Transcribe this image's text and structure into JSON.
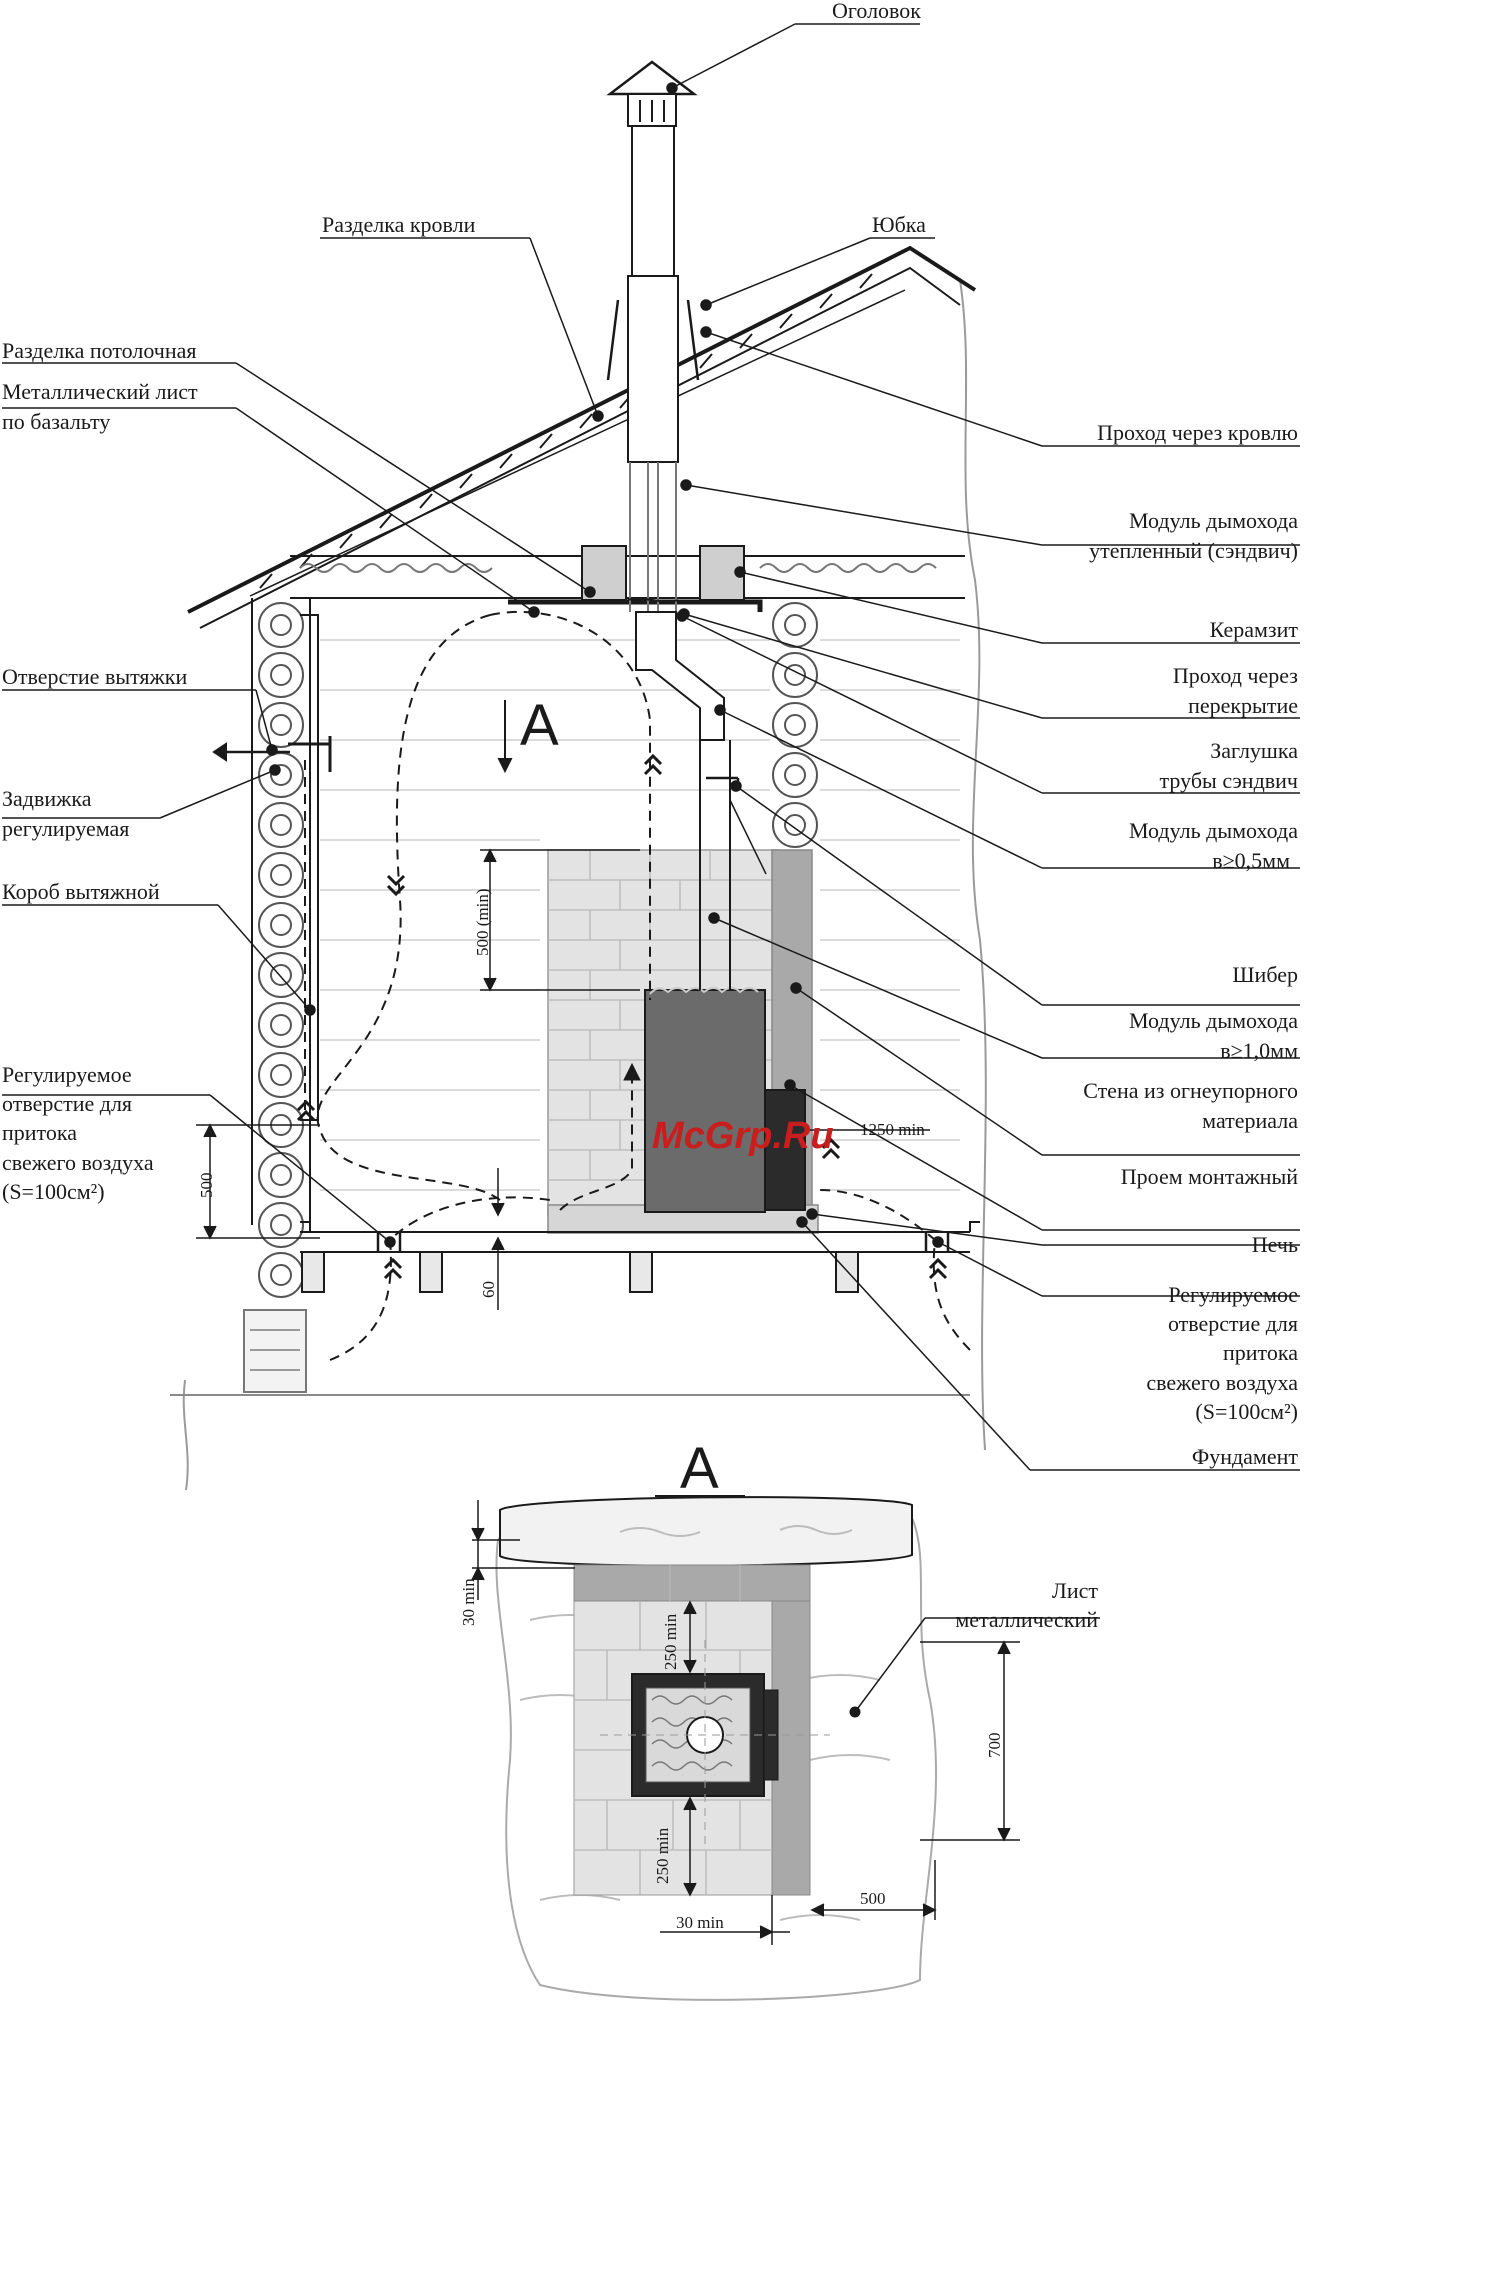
{
  "labels": {
    "ogolovok": "Оголовок",
    "razdelka_krovli": "Разделка кровли",
    "yubka": "Юбка",
    "razdelka_potolochnaya": "Разделка потолочная",
    "metall_list_1": "Металлический лист",
    "metall_list_2": "по базальту",
    "prohod_krovlyu": "Проход через кровлю",
    "modul_uteplenny_1": "Модуль дымохода",
    "modul_uteplenny_2": "утепленный (сэндвич)",
    "keramzit": "Керамзит",
    "prohod_perekrytie_1": "Проход через",
    "prohod_perekrytie_2": "перекрытие",
    "otverstie_vytyazhki": "Отверстие вытяжки",
    "zaglushka_1": "Заглушка",
    "zaglushka_2": "трубы сэндвич",
    "zadvizhka_1": "Задвижка",
    "zadvizhka_2": "регулируемая",
    "modul_05_1": "Модуль дымохода",
    "modul_05_2": "в≥0,5мм",
    "korob_vytyazhnoy": "Короб вытяжной",
    "shiber": "Шибер",
    "modul_10_1": "Модуль дымохода",
    "modul_10_2": "в≥1,0мм",
    "left_vent_1": "Регулируемое",
    "left_vent_2": "отверстие для",
    "left_vent_3": "притока",
    "left_vent_4": "свежего воздуха",
    "left_vent_5": "(S=100см²)",
    "stena_1": "Стена из огнеупорного",
    "stena_2": "материала",
    "proem": "Проем монтажный",
    "pech": "Печь",
    "right_vent_1": "Регулируемое",
    "right_vent_2": "отверстие для",
    "right_vent_3": "притока",
    "right_vent_4": "свежего воздуха",
    "right_vent_5": "(S=100см²)",
    "fundament": "Фундамент",
    "list_metall_1": "Лист",
    "list_metall_2": "металлический"
  },
  "dimensions": {
    "d500_min": "500 (min)",
    "d1250_min": "1250 min",
    "d500": "500",
    "d60": "60",
    "d30_min_top": "30 min",
    "d250_min_top": "250 min",
    "d700": "700",
    "d250_min_bottom": "250 min",
    "d500_plan": "500",
    "d30_min_bottom": "30 min"
  },
  "section_marks": {
    "elevation_view": "А",
    "plan_view": "А"
  },
  "watermark": "McGrp.Ru",
  "colors": {
    "line": "#1a1a1a",
    "brick": "#e3e3e3",
    "brick_dark": "#a9a9a9",
    "stove": "#6b6b6b",
    "stove_dark": "#2b2b2b",
    "watermark": "#c81e1e",
    "wood": "#9a9a9a"
  }
}
